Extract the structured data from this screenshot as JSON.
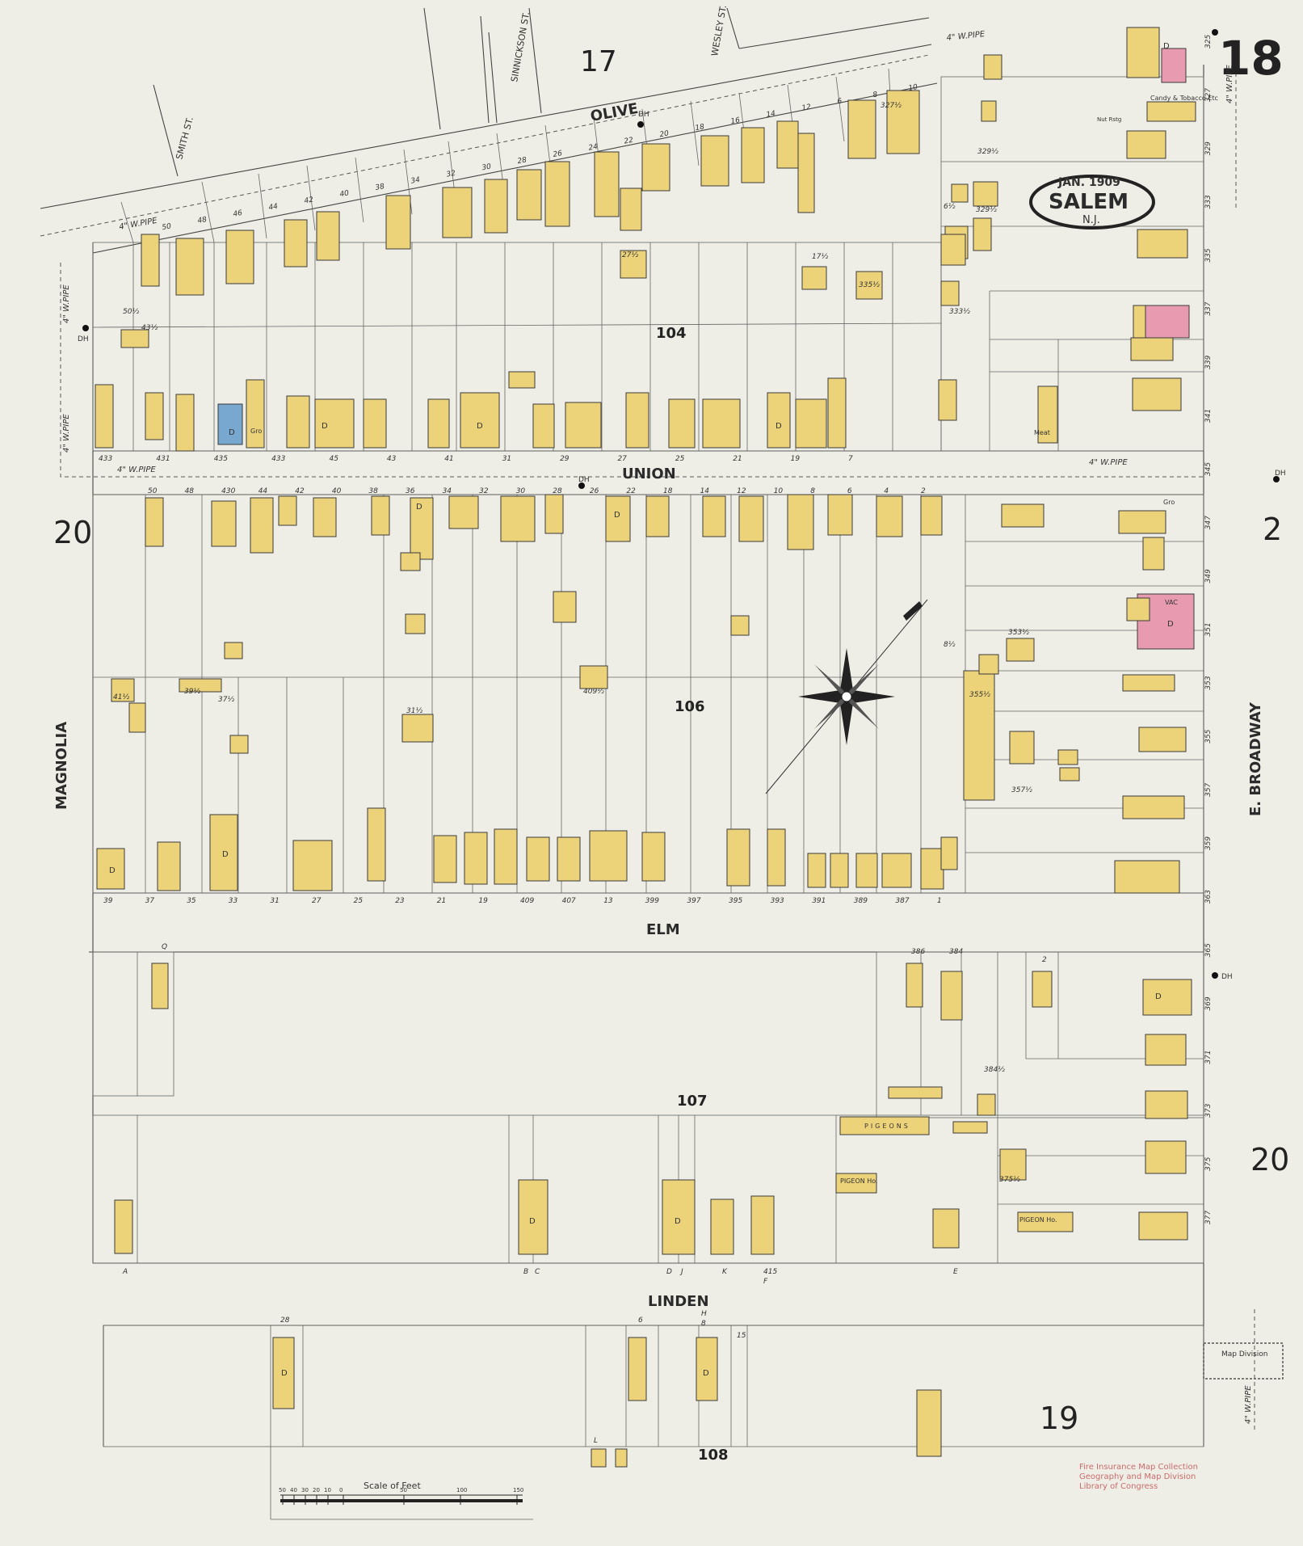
{
  "sheet": {
    "number": "18",
    "adjacent": {
      "top": "17",
      "left": "20",
      "right_upper": "2",
      "right_lower": "20",
      "bottom": "19"
    }
  },
  "cartouche": {
    "date": "JAN. 1909",
    "city": "SALEM",
    "state": "N.J."
  },
  "streets": {
    "olive": "OLIVE",
    "union": "UNION",
    "elm": "ELM",
    "linden": "LINDEN",
    "magnolia": "MAGNOLIA",
    "broadway": "E. BROADWAY",
    "smith": "SMITH ST.",
    "sinnickson": "SINNICKSON ST.",
    "wesley": "WESLEY ST."
  },
  "blocks": {
    "b104": "104",
    "b106": "106",
    "b107": "107",
    "b108": "108"
  },
  "labels": {
    "water_pipe": "4\" W.PIPE",
    "dh": "DH",
    "candy": "Candy & Tobacco Etc",
    "nut": "Nut Rstg",
    "gro": "Gro",
    "meat": "Meat",
    "vac": "VAC",
    "pigeons": "PIGEONS",
    "pigeon_ho": "PIGEON Ho.",
    "dwelling": "D",
    "map_division": "Map Division",
    "scale_title": "Scale of Feet",
    "stamp_lines": [
      "Fire Insurance Map Collection",
      "Geography and Map Division",
      "Library of Congress"
    ]
  },
  "scale": {
    "ticks": [
      "50",
      "40",
      "30",
      "20",
      "10",
      "0",
      "50",
      "100",
      "150"
    ]
  },
  "house_numbers": {
    "olive": [
      "10",
      "8",
      "6",
      "12",
      "14",
      "16",
      "18",
      "20",
      "22",
      "24",
      "26",
      "28",
      "30",
      "32",
      "34",
      "38",
      "40",
      "42",
      "44",
      "46",
      "48",
      "50"
    ],
    "union_north": [
      "433",
      "431",
      "435",
      "433",
      "45",
      "43",
      "41",
      "31",
      "29",
      "27",
      "25",
      "21",
      "19",
      "7"
    ],
    "union_south": [
      "50",
      "48",
      "430",
      "44",
      "42",
      "40",
      "38",
      "36",
      "34",
      "32",
      "30",
      "28",
      "26",
      "22",
      "18",
      "14",
      "12",
      "10",
      "8",
      "6",
      "4",
      "2"
    ],
    "elm_north": [
      "39",
      "37",
      "35",
      "33",
      "31",
      "27",
      "25",
      "23",
      "21",
      "19",
      "409",
      "407",
      "13",
      "399",
      "397",
      "395",
      "393",
      "391",
      "389",
      "387",
      "1"
    ],
    "elm_south": [
      "Q",
      "386",
      "384",
      "2"
    ],
    "linden_north": [
      "A",
      "B",
      "C",
      "D",
      "J",
      "K",
      "415",
      "F",
      "E"
    ],
    "linden_south": [
      "28",
      "6",
      "H",
      "8",
      "15",
      "L"
    ],
    "broadway": [
      "325",
      "327",
      "329",
      "333",
      "335",
      "337",
      "339",
      "341",
      "345",
      "347",
      "349",
      "351",
      "353",
      "355",
      "357",
      "359",
      "363",
      "365",
      "369",
      "371",
      "373",
      "375",
      "377"
    ],
    "rear": [
      "327½",
      "329½",
      "329½",
      "333½",
      "335½",
      "17½",
      "27½",
      "8½",
      "6½",
      "353½",
      "355½",
      "357½",
      "384½",
      "375½",
      "43½",
      "41½",
      "39½",
      "37½",
      "409½",
      "31½",
      "50½"
    ]
  },
  "colors": {
    "paper": "#efeee6",
    "frame": "#ecd37a",
    "brick": "#e79ab0",
    "stone": "#78a7cf",
    "ink": "#2b2b2b"
  }
}
